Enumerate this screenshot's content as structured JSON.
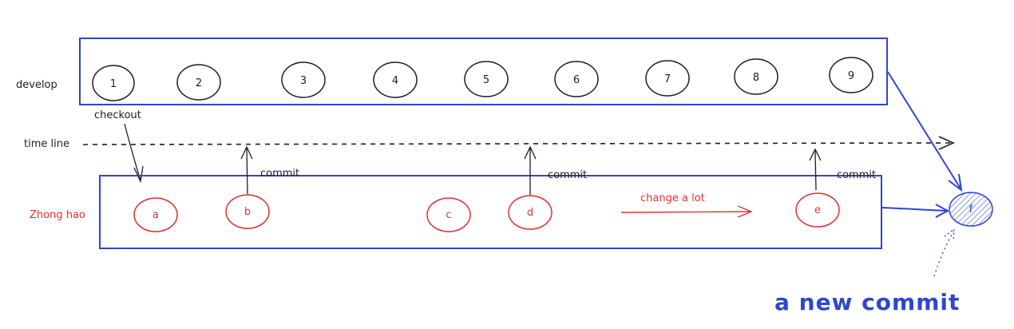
{
  "colors": {
    "ink": "#1e1e1e",
    "red": "#e03131",
    "blue": "#2f45d0",
    "fill_hatch": "#a5b4f0",
    "background": "#ffffff"
  },
  "lanes": {
    "develop": {
      "label": "develop",
      "commits": [
        "1",
        "2",
        "3",
        "4",
        "5",
        "6",
        "7",
        "8",
        "9"
      ]
    },
    "timeline": {
      "label": "time line"
    },
    "branch": {
      "label": "Zhong hao",
      "commits": [
        "a",
        "b",
        "c",
        "d",
        "e"
      ]
    }
  },
  "annotations": {
    "checkout": "checkout",
    "commit_1": "commit",
    "commit_2": "commit",
    "commit_3": "commit",
    "change": "change a lot"
  },
  "merge": {
    "node": "f",
    "caption": "a new commit"
  }
}
